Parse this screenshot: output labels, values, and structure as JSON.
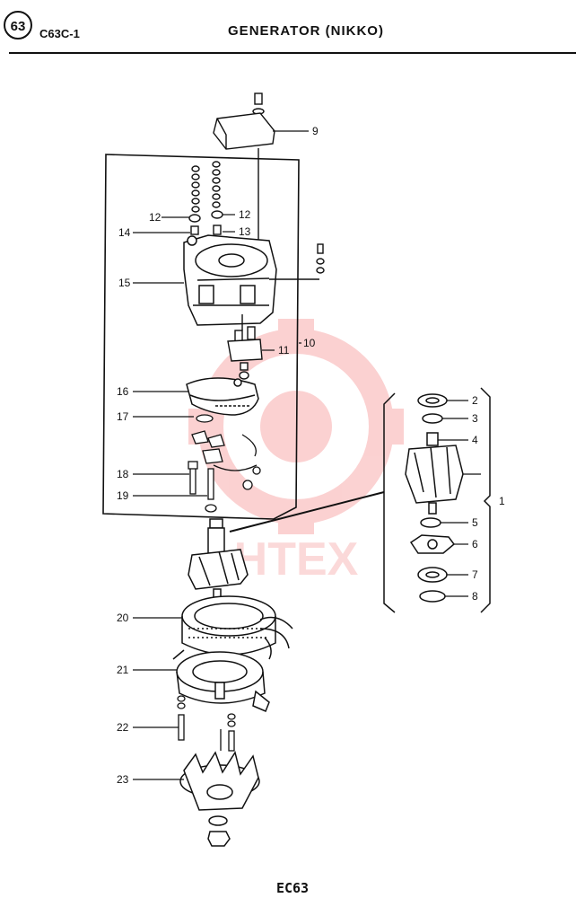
{
  "header": {
    "badge_number": "63",
    "page_code": "C63C-1",
    "title": "GENERATOR (NIKKO)"
  },
  "watermark": {
    "text": "HTEX",
    "color": "#ee3333"
  },
  "callouts": [
    "1",
    "2",
    "3",
    "4",
    "5",
    "6",
    "7",
    "8",
    "9",
    "10",
    "11",
    "12",
    "12",
    "13",
    "14",
    "15",
    "16",
    "17",
    "18",
    "19",
    "20",
    "21",
    "22",
    "23"
  ],
  "footer": {
    "page_id": "EC63"
  },
  "colors": {
    "ink": "#111111",
    "badge_accent": "#e8192c"
  }
}
